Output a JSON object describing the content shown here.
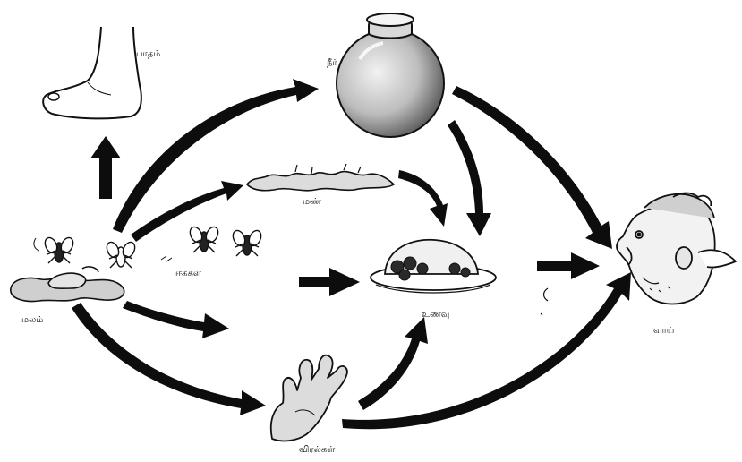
{
  "diagram": {
    "title": "",
    "labels": {
      "foot": "பாதம்",
      "water": "நீர்",
      "soil": "மண்",
      "flies": "ஈக்கள்",
      "faeces": "மலம்",
      "food": "உணவு",
      "mouth": "வாய்",
      "fingers": "விரல்கள்"
    },
    "icons": {
      "foot": "foot-icon",
      "water": "water-pot-icon",
      "soil": "soil-icon",
      "flies": "fly-icon",
      "faeces": "faeces-icon",
      "food": "food-plate-icon",
      "mouth": "person-face-icon",
      "fingers": "hand-icon"
    },
    "flows": [
      {
        "from": "faeces",
        "to": "foot"
      },
      {
        "from": "faeces",
        "to": "water"
      },
      {
        "from": "faeces",
        "to": "soil"
      },
      {
        "from": "faeces",
        "to": "food"
      },
      {
        "from": "faeces",
        "to": "fingers"
      },
      {
        "from": "water",
        "to": "food"
      },
      {
        "from": "water",
        "to": "mouth"
      },
      {
        "from": "soil",
        "to": "food"
      },
      {
        "from": "food",
        "to": "mouth"
      },
      {
        "from": "fingers",
        "to": "food"
      },
      {
        "from": "fingers",
        "to": "mouth"
      }
    ],
    "colors": {
      "ink": "#111111",
      "arrow": "#0d0d0d",
      "pot": "#bdbdbd",
      "background": "#ffffff"
    }
  }
}
